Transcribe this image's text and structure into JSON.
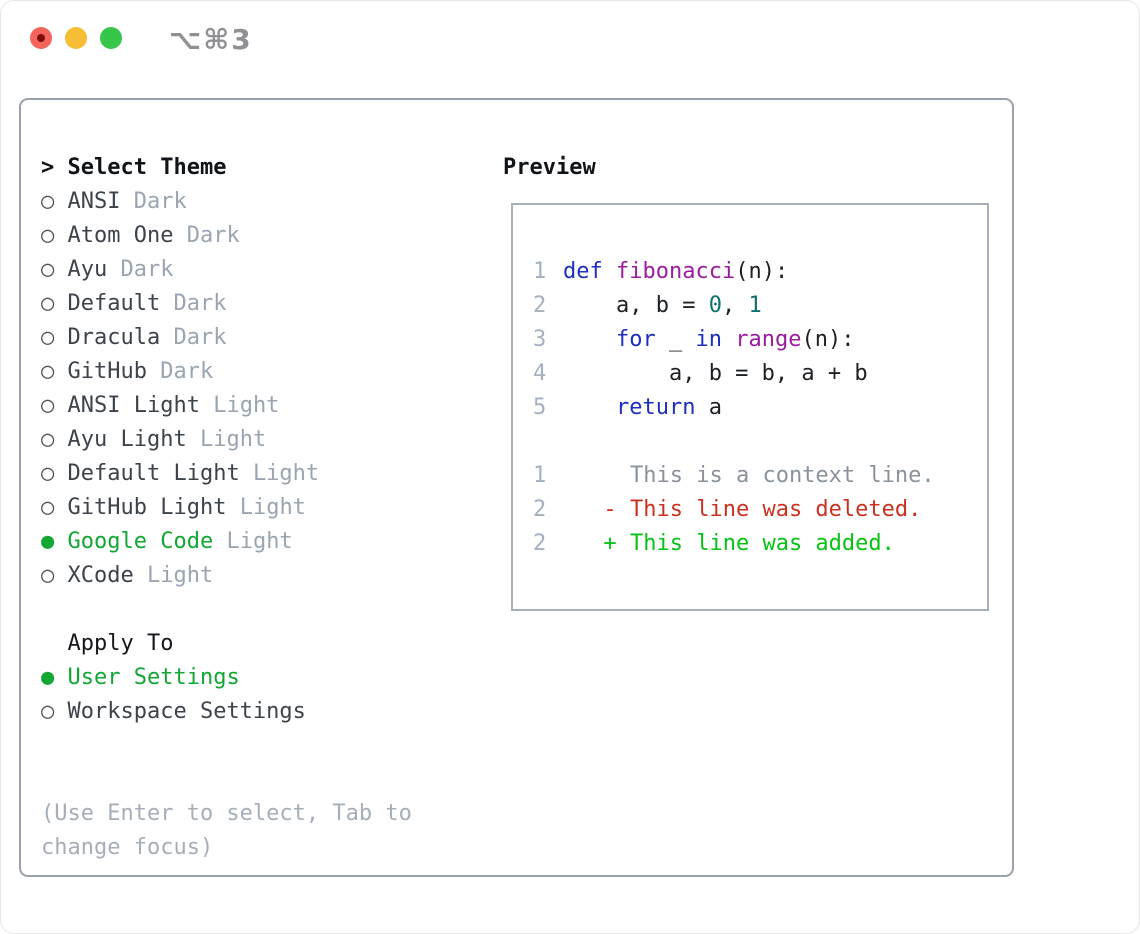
{
  "window": {
    "shortcut": "⌥⌘3",
    "traffic_lights": [
      "close",
      "minimize",
      "zoom"
    ]
  },
  "icons": {
    "selected_radio": "●",
    "unselected_radio": "○"
  },
  "theme_list": {
    "focus_prefix": ">",
    "header": "Select Theme",
    "items": [
      {
        "name": "ANSI",
        "tag": "Dark",
        "selected": false
      },
      {
        "name": "Atom One",
        "tag": "Dark",
        "selected": false
      },
      {
        "name": "Ayu",
        "tag": "Dark",
        "selected": false
      },
      {
        "name": "Default",
        "tag": "Dark",
        "selected": false
      },
      {
        "name": "Dracula",
        "tag": "Dark",
        "selected": false
      },
      {
        "name": "GitHub",
        "tag": "Dark",
        "selected": false
      },
      {
        "name": "ANSI Light",
        "tag": "Light",
        "selected": false
      },
      {
        "name": "Ayu Light",
        "tag": "Light",
        "selected": false
      },
      {
        "name": "Default Light",
        "tag": "Light",
        "selected": false
      },
      {
        "name": "GitHub Light",
        "tag": "Light",
        "selected": false
      },
      {
        "name": "Google Code",
        "tag": "Light",
        "selected": true
      },
      {
        "name": "XCode",
        "tag": "Light",
        "selected": false
      }
    ]
  },
  "apply_to": {
    "header": "Apply To",
    "items": [
      {
        "name": "User Settings",
        "selected": true
      },
      {
        "name": "Workspace Settings",
        "selected": false
      }
    ]
  },
  "hint": "(Use Enter to select, Tab to change focus)",
  "preview": {
    "header": "Preview",
    "code_lines": [
      {
        "num": "1",
        "tokens": [
          {
            "t": "def",
            "c": "kwd"
          },
          {
            "t": " ",
            "c": "pln"
          },
          {
            "t": "fibonacci",
            "c": "fn"
          },
          {
            "t": "(n):",
            "c": "pln"
          }
        ]
      },
      {
        "num": "2",
        "tokens": [
          {
            "t": "    a, b = ",
            "c": "pln"
          },
          {
            "t": "0",
            "c": "lit"
          },
          {
            "t": ", ",
            "c": "pln"
          },
          {
            "t": "1",
            "c": "lit"
          }
        ]
      },
      {
        "num": "3",
        "tokens": [
          {
            "t": "    ",
            "c": "pln"
          },
          {
            "t": "for",
            "c": "kwd"
          },
          {
            "t": " _ ",
            "c": "pln"
          },
          {
            "t": "in",
            "c": "kwd"
          },
          {
            "t": " ",
            "c": "pln"
          },
          {
            "t": "range",
            "c": "fn"
          },
          {
            "t": "(n):",
            "c": "pln"
          }
        ]
      },
      {
        "num": "4",
        "tokens": [
          {
            "t": "        a, b = b, a + b",
            "c": "pln"
          }
        ]
      },
      {
        "num": "5",
        "tokens": [
          {
            "t": "    ",
            "c": "pln"
          },
          {
            "t": "return",
            "c": "kwd"
          },
          {
            "t": " a",
            "c": "pln"
          }
        ]
      }
    ],
    "diff_lines": [
      {
        "num": "1",
        "marker": " ",
        "text": "This is a context line.",
        "type": "context"
      },
      {
        "num": "2",
        "marker": "-",
        "text": "This line was deleted.",
        "type": "deleted"
      },
      {
        "num": "2",
        "marker": "+",
        "text": "This line was added.",
        "type": "added"
      }
    ]
  },
  "colors": {
    "accent_selected_green": "#12a733",
    "syntax_keyword": "#1e2ebe",
    "syntax_function": "#9a1d9e",
    "syntax_literal": "#0e6f6f",
    "syntax_plain": "#1d2024",
    "line_number": "#a4b0bf",
    "diff_context": "#8a929c",
    "diff_deleted": "#cb3120",
    "diff_added": "#06c313",
    "traffic_red": "#f4645c",
    "traffic_yellow": "#f6bd35",
    "traffic_green": "#35c64a"
  }
}
